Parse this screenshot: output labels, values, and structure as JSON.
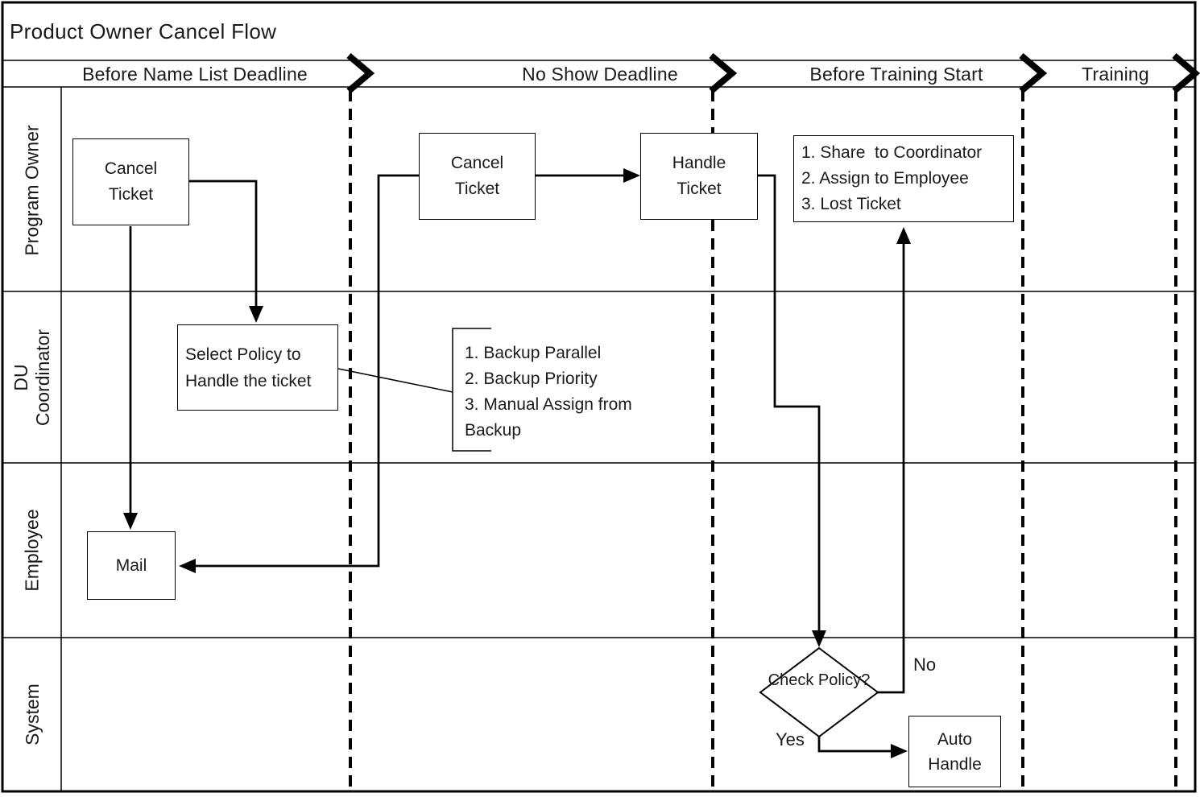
{
  "title": "Product Owner Cancel Flow",
  "phases": [
    {
      "label": "Before Name List Deadline"
    },
    {
      "label": "No Show Deadline"
    },
    {
      "label": "Before Training Start"
    },
    {
      "label": "Training"
    }
  ],
  "lanes": [
    {
      "lines": [
        "Program Owner"
      ]
    },
    {
      "lines": [
        "DU",
        "Coordinator"
      ]
    },
    {
      "lines": [
        "Employee"
      ]
    },
    {
      "lines": [
        "System"
      ]
    }
  ],
  "nodes": {
    "cancel_ticket_1": {
      "lines": [
        "Cancel",
        "Ticket"
      ]
    },
    "cancel_ticket_2": {
      "lines": [
        "Cancel",
        "Ticket"
      ]
    },
    "handle_ticket": {
      "lines": [
        "Handle",
        "Ticket"
      ]
    },
    "handle_options": {
      "lines": [
        "1. Share  to Coordinator",
        "2. Assign to Employee",
        "3. Lost Ticket"
      ]
    },
    "select_policy": {
      "lines": [
        "Select Policy to",
        "Handle the ticket"
      ]
    },
    "backup_options": {
      "lines": [
        "1. Backup Parallel",
        "2. Backup Priority",
        "3. Manual Assign from",
        "Backup"
      ]
    },
    "mail": {
      "lines": [
        "Mail"
      ]
    },
    "check_policy": {
      "lines": [
        "Check",
        "Policy?"
      ]
    },
    "auto_handle": {
      "lines": [
        "Auto",
        "Handle"
      ]
    }
  },
  "edge_labels": {
    "no": "No",
    "yes": "Yes"
  },
  "colors": {
    "ink": "#000000",
    "background": "#ffffff"
  }
}
